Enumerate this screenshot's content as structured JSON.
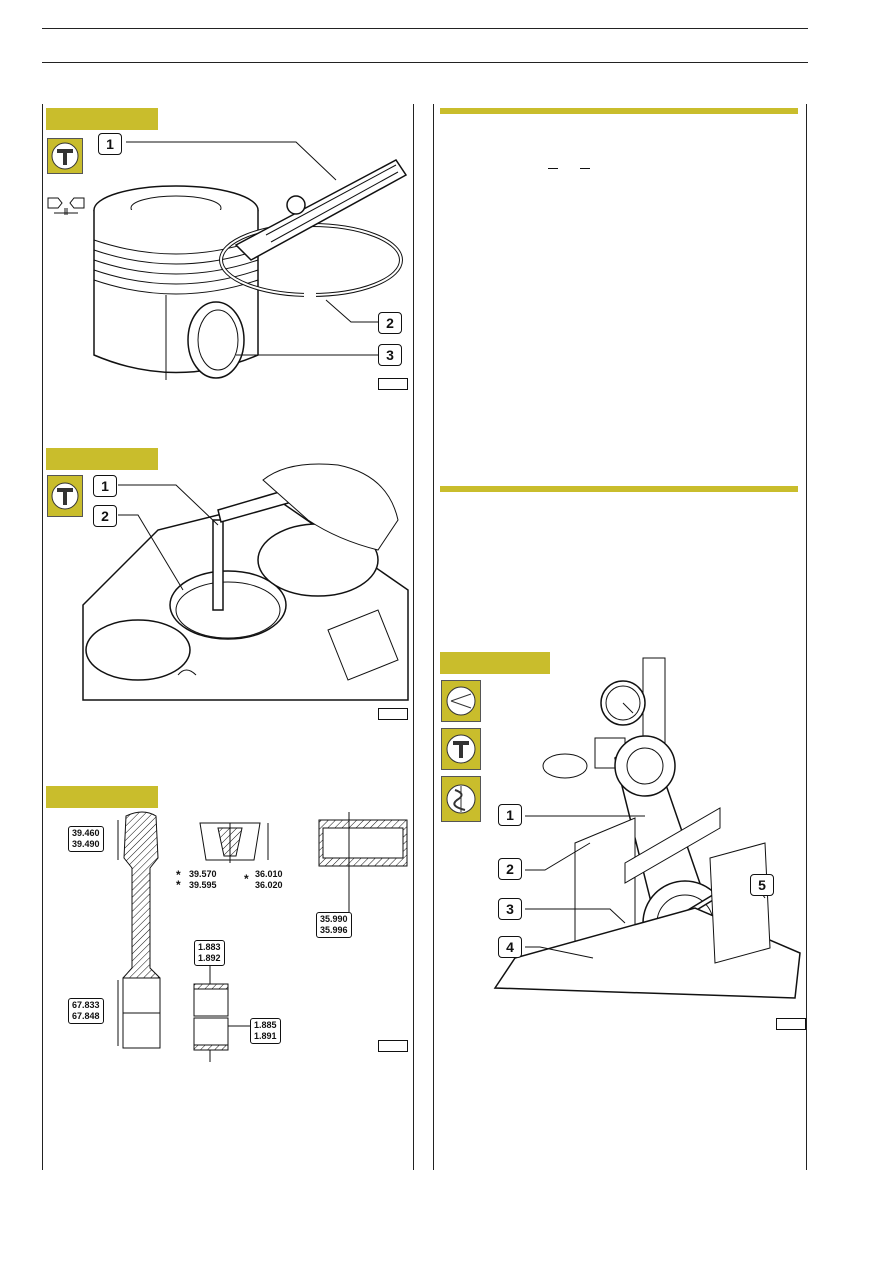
{
  "figure_labels": {
    "fig1": [
      "1",
      "2",
      "3"
    ],
    "fig2": [
      "1",
      "2"
    ],
    "fig4": [
      "1",
      "2",
      "3",
      "4",
      "5"
    ]
  },
  "dimensions": {
    "small_end_outer": [
      "39.460",
      "39.490"
    ],
    "bush_outer": [
      "39.570",
      "39.595"
    ],
    "bush_inner": [
      "36.010",
      "36.020"
    ],
    "pin_outer": [
      "35.990",
      "35.996"
    ],
    "big_end_bore": [
      "67.833",
      "67.848"
    ],
    "upper_shell": [
      "1.883",
      "1.892"
    ],
    "lower_shell": [
      "1.885",
      "1.891"
    ]
  },
  "icons": [
    "feeler-gauge-icon",
    "measure-tool-icon",
    "angle-check-icon",
    "torsion-check-icon"
  ],
  "colors": {
    "accent": "#c9bd2c"
  }
}
